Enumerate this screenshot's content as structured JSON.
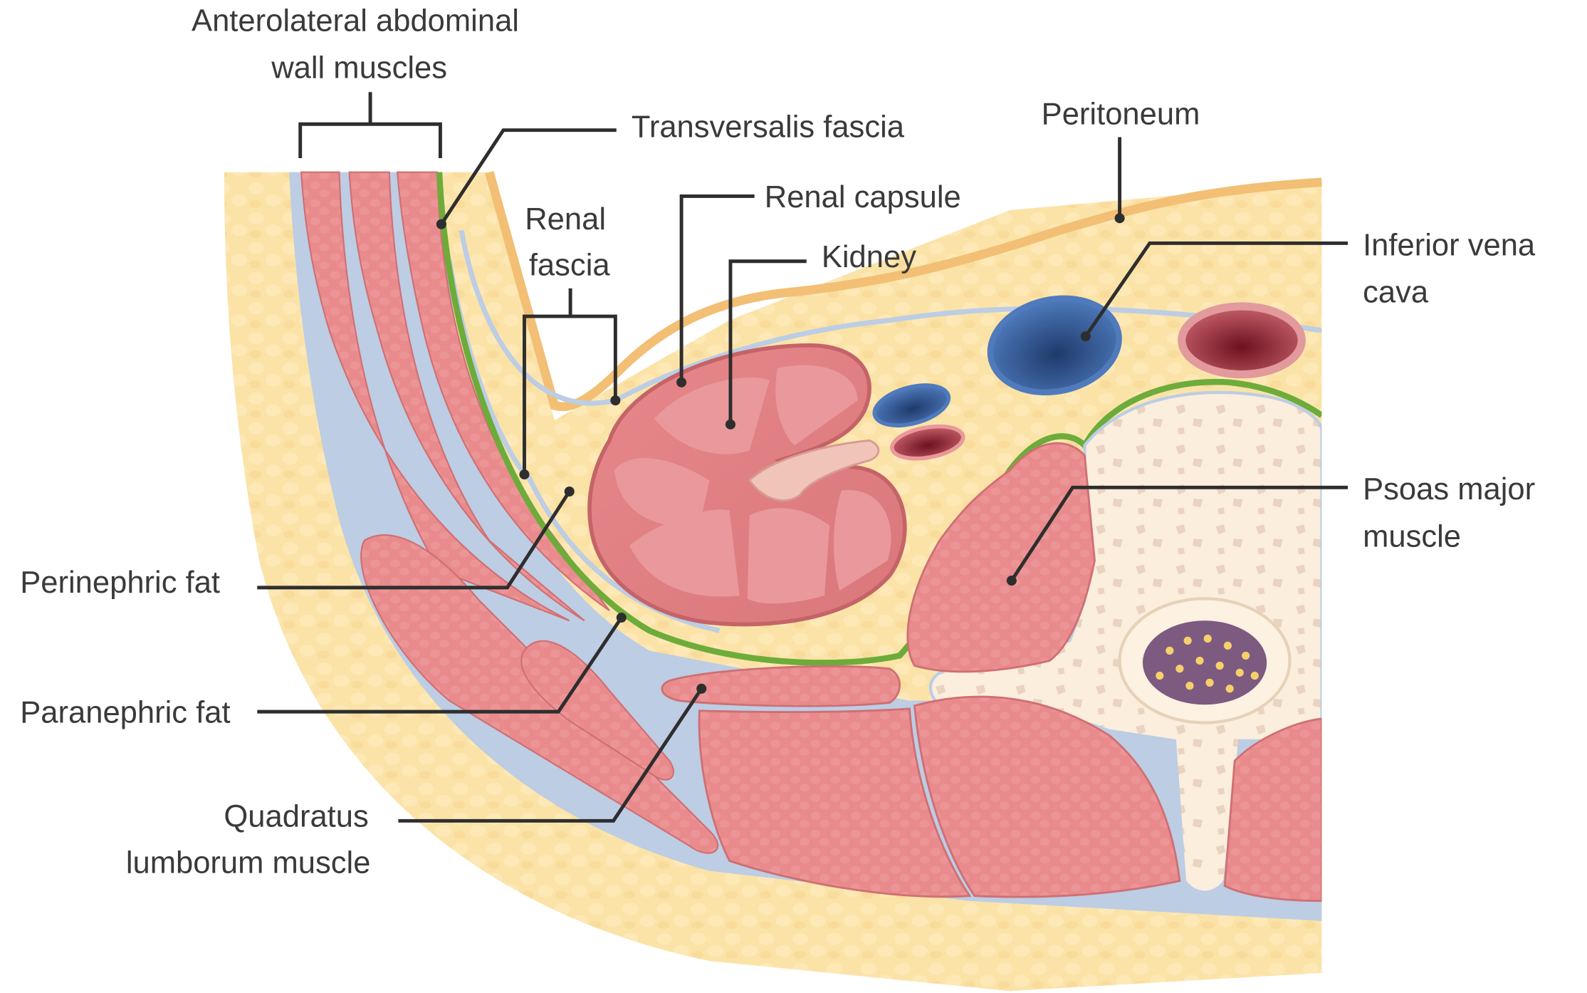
{
  "colors": {
    "fat": "#fbe3a8",
    "fat_edge": "#f2bf74",
    "muscle": "#e98a8c",
    "muscle_dark": "#cf6f73",
    "fascia": "#bccde4",
    "transversalis_fascia": "#6dac3a",
    "bone": "#fbeedd",
    "vein": "#3e6aa8",
    "artery": "#9e2f3b",
    "marrow": "#7d5a80"
  },
  "labels": {
    "antero_line1": "Anterolateral abdominal",
    "antero_line2": "wall muscles",
    "transversalis": "Transversalis fascia",
    "peritoneum": "Peritoneum",
    "renal_line1": "Renal",
    "renal_line2": "fascia",
    "renal_capsule": "Renal capsule",
    "kidney": "Kidney",
    "ivc_line1": "Inferior vena",
    "ivc_line2": "cava",
    "psoas_line1": "Psoas major",
    "psoas_line2": "muscle",
    "perinephric": "Perinephric fat",
    "paranephric": "Paranephric fat",
    "quadratus_line1": "Quadratus",
    "quadratus_line2": "lumborum muscle"
  }
}
